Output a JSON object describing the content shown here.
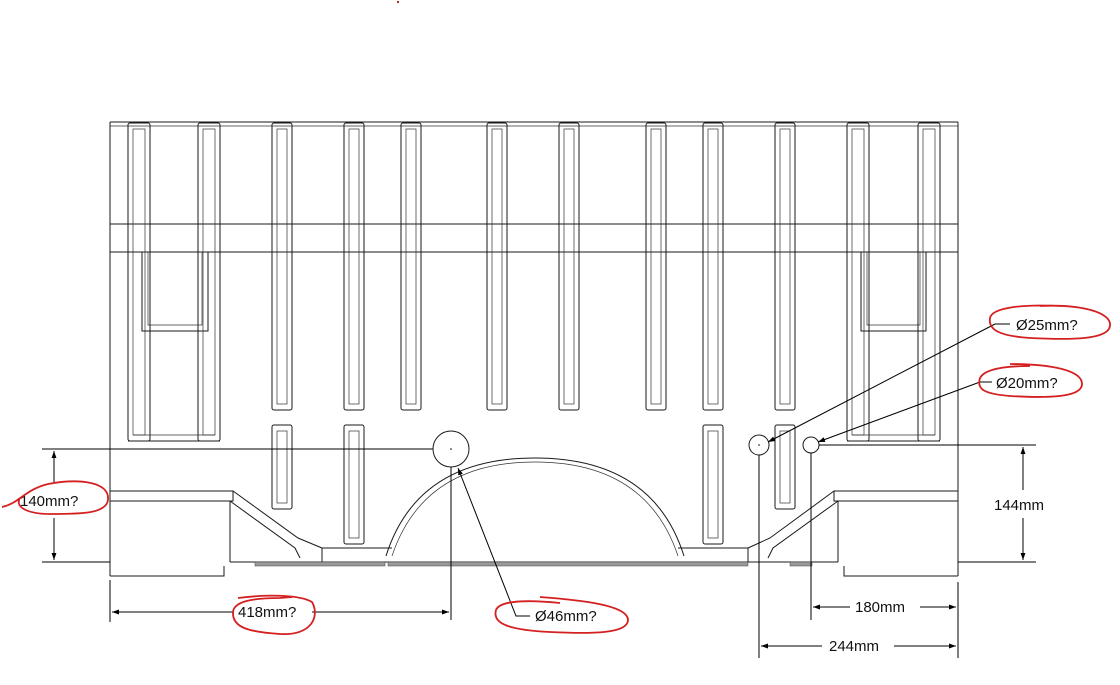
{
  "drawing": {
    "title": "Tank side elevation with fitting dimensions",
    "line_color": "#1a1a1a",
    "markup_color": "#d42020"
  },
  "dimensions": {
    "left_height": {
      "label": "140mm?",
      "questioned": true
    },
    "left_width": {
      "label": "418mm?",
      "questioned": true
    },
    "right_height": {
      "label": "144mm",
      "questioned": false
    },
    "right_inner_width": {
      "label": "180mm",
      "questioned": false
    },
    "right_outer_width": {
      "label": "244mm",
      "questioned": false
    }
  },
  "callouts": {
    "hole_large": {
      "label": "Ø46mm?",
      "questioned": true
    },
    "hole_mid": {
      "label": "Ø25mm?",
      "questioned": true
    },
    "hole_small": {
      "label": "Ø20mm?",
      "questioned": true
    }
  }
}
